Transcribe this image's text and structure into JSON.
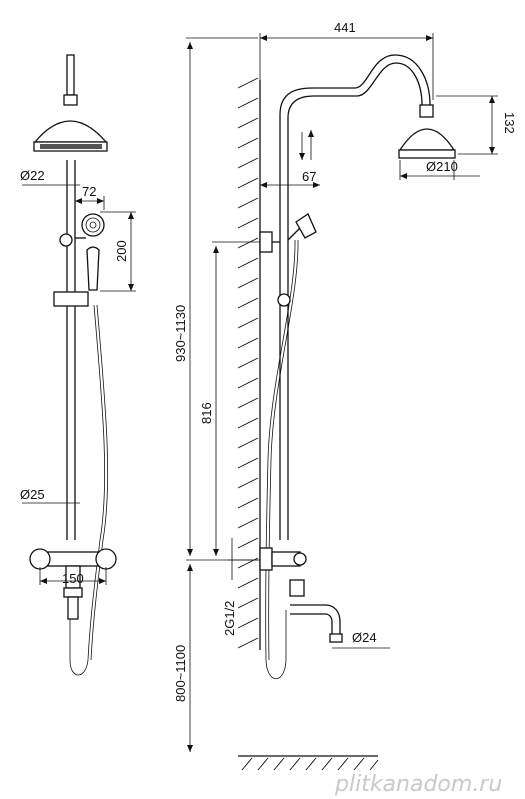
{
  "dimensions": {
    "d22": "Ø22",
    "w72": "72",
    "h200": "200",
    "d25": "Ø25",
    "w150": "150",
    "w441": "441",
    "h132": "132",
    "d210": "Ø210",
    "w67": "67",
    "h930_1130": "930~1130",
    "h816": "816",
    "g2g12": "2G1/2",
    "d24": "Ø24",
    "h800_1100": "800~1100"
  },
  "watermark": "plitkanadom.ru",
  "icons": {
    "adjust": "up-down-arrows-icon"
  }
}
